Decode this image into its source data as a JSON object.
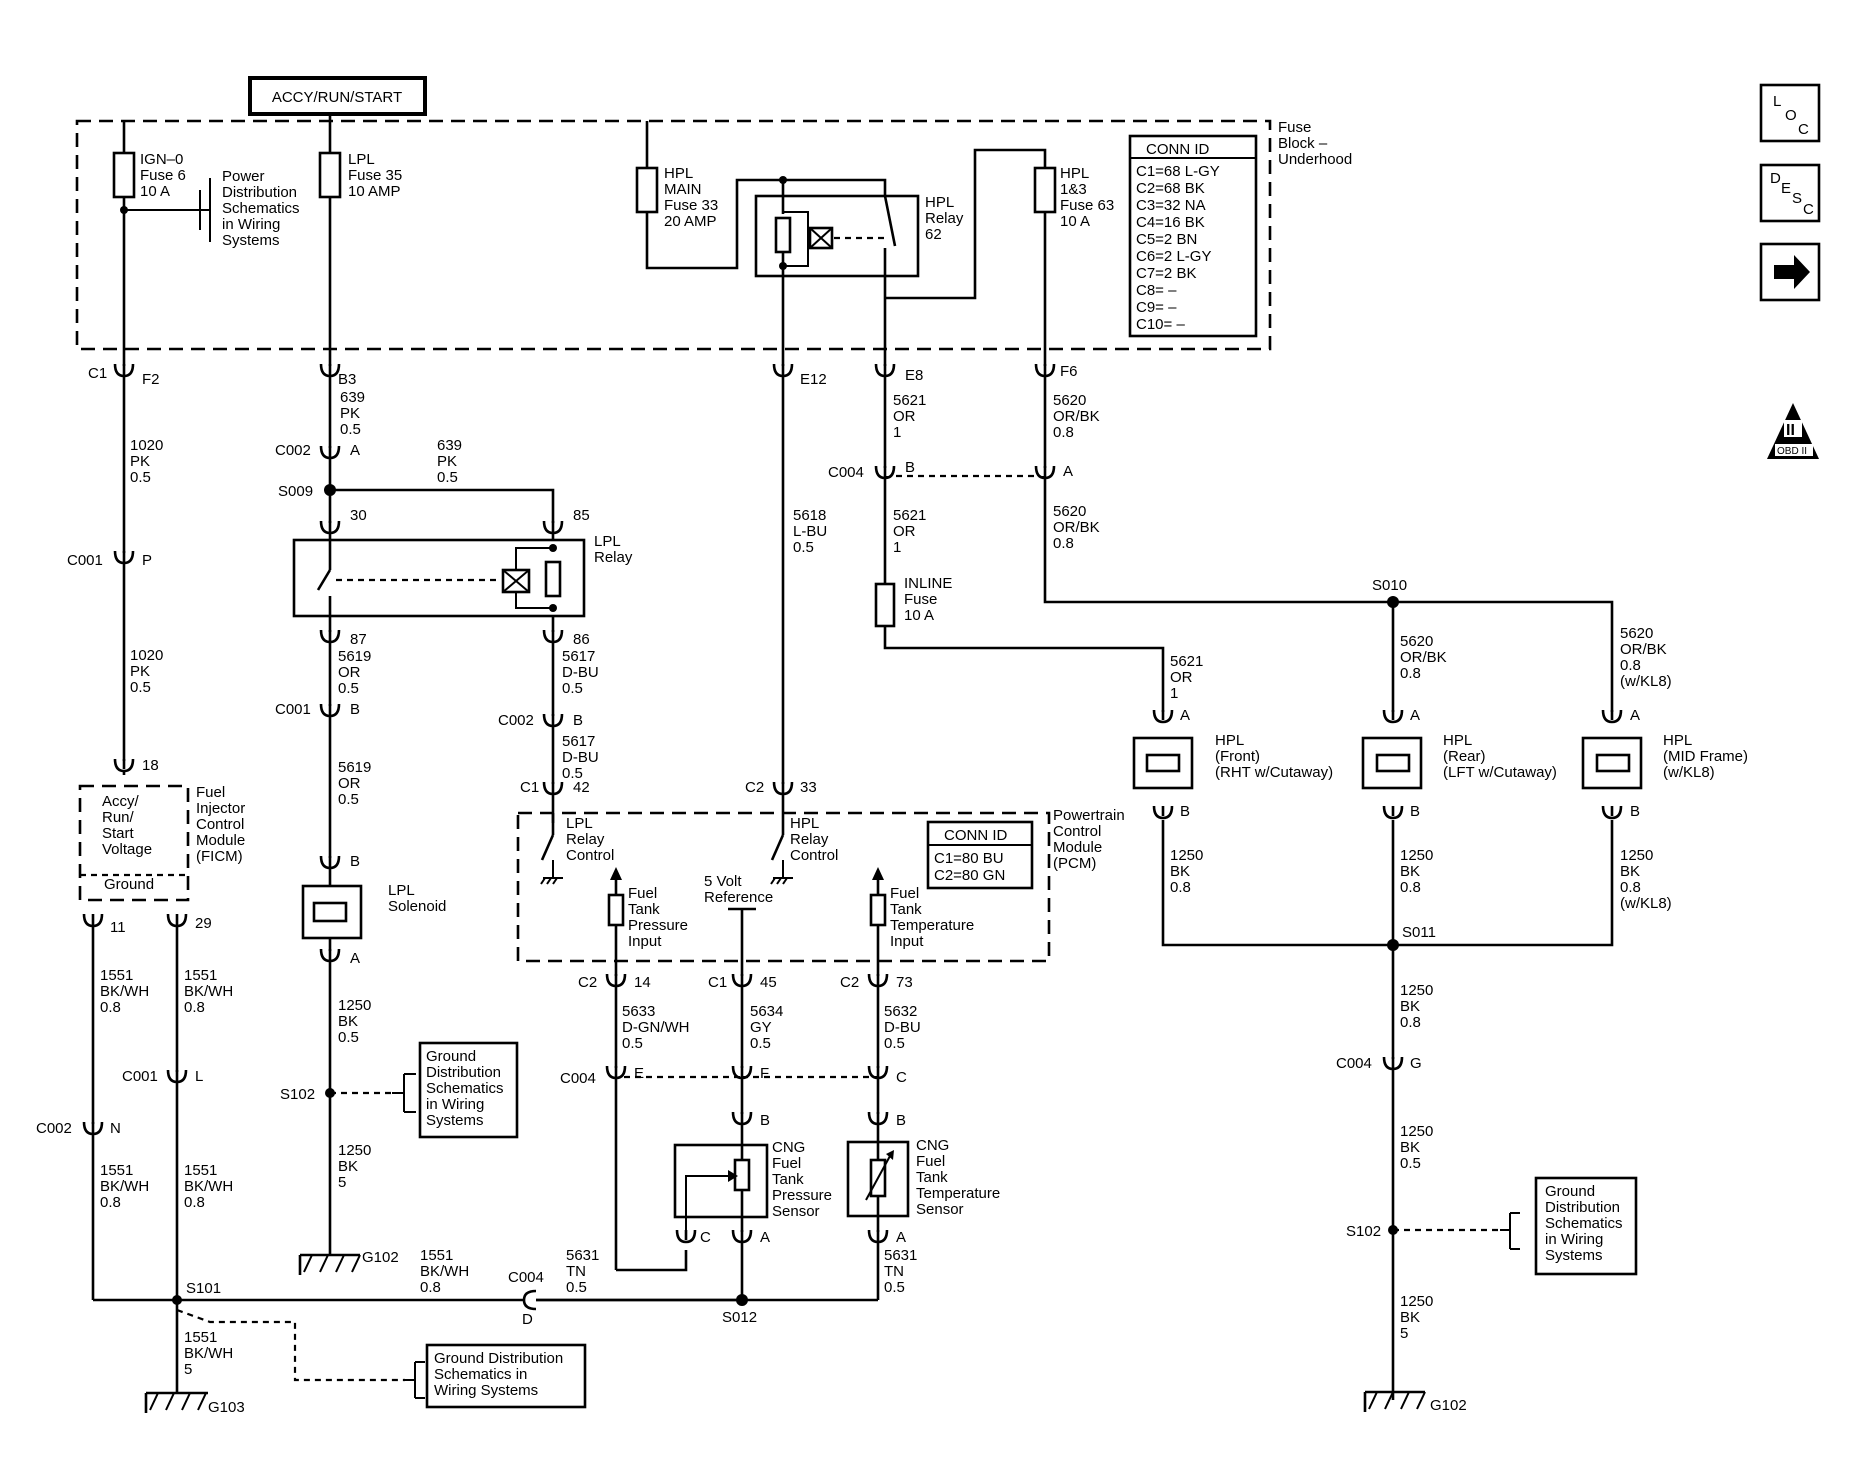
{
  "supply": {
    "title": "ACCY/RUN/START"
  },
  "fuse_block": {
    "title": [
      "Fuse",
      "Block –",
      "Underhood"
    ],
    "fuses": {
      "ign": [
        "IGN–0",
        "Fuse 6",
        "10 A"
      ],
      "lpl": [
        "LPL",
        "Fuse 35",
        "10 AMP"
      ],
      "hpl_main": [
        "HPL",
        "MAIN",
        "Fuse 33",
        "20 AMP"
      ],
      "hpl_13": [
        "HPL",
        "1&3",
        "Fuse 63",
        "10 A"
      ]
    },
    "power_dist": [
      "Power",
      "Distribution",
      "Schematics",
      "in Wiring",
      "Systems"
    ],
    "hpl_relay": [
      "HPL",
      "Relay",
      "62"
    ],
    "conn_id_title": "CONN ID",
    "conn_ids": [
      "C1=68 L-GY",
      "C2=68 BK",
      "C3=32 NA",
      "C4=16 BK",
      "C5=2 BN",
      "C6=2 L-GY",
      "C7=2 BK",
      "C8= –",
      "C9= –",
      "C10= –"
    ],
    "terminals": {
      "c1": "C1",
      "f2": "F2",
      "b3": "B3",
      "e12": "E12",
      "e8": "E8",
      "f6": "F6"
    }
  },
  "nav": {
    "loc": [
      "L",
      "O",
      "C"
    ],
    "desc": [
      "D",
      "E",
      "S",
      "C"
    ],
    "obd": "OBD II",
    "obd_numeral": "II"
  },
  "wires": {
    "w1020a": [
      "1020",
      "PK",
      "0.5"
    ],
    "w1020b": [
      "1020",
      "PK",
      "0.5"
    ],
    "w639a": [
      "639",
      "PK",
      "0.5"
    ],
    "w639b": [
      "639",
      "PK",
      "0.5"
    ],
    "w5619a": [
      "5619",
      "OR",
      "0.5"
    ],
    "w5619b": [
      "5619",
      "OR",
      "0.5"
    ],
    "w5617a": [
      "5617",
      "D-BU",
      "0.5"
    ],
    "w5617b": [
      "5617",
      "D-BU",
      "0.5"
    ],
    "w5618": [
      "5618",
      "L-BU",
      "0.5"
    ],
    "w5621a": [
      "5621",
      "OR",
      "1"
    ],
    "w5621b": [
      "5621",
      "OR",
      "1"
    ],
    "w5621c": [
      "5621",
      "OR",
      "1"
    ],
    "w5620a": [
      "5620",
      "OR/BK",
      "0.8"
    ],
    "w5620b": [
      "5620",
      "OR/BK",
      "0.8"
    ],
    "w5620c": [
      "5620",
      "OR/BK",
      "0.8"
    ],
    "w5620d": [
      "5620",
      "OR/BK",
      "0.8",
      "(w/KL8)"
    ],
    "w1551a": [
      "1551",
      "BK/WH",
      "0.8"
    ],
    "w1551b": [
      "1551",
      "BK/WH",
      "0.8"
    ],
    "w1551c": [
      "1551",
      "BK/WH",
      "0.8"
    ],
    "w1551d": [
      "1551",
      "BK/WH",
      "0.8"
    ],
    "w1551e": [
      "1551",
      "BK/WH",
      "0.8"
    ],
    "w1551f": [
      "1551",
      "BK/WH",
      "5"
    ],
    "w1250lpl": [
      "1250",
      "BK",
      "0.5"
    ],
    "w1250g102": [
      "1250",
      "BK",
      "5"
    ],
    "w1250front": [
      "1250",
      "BK",
      "0.8"
    ],
    "w1250rear": [
      "1250",
      "BK",
      "0.8"
    ],
    "w1250mid": [
      "1250",
      "BK",
      "0.8",
      "(w/KL8)"
    ],
    "w1250s011": [
      "1250",
      "BK",
      "0.8"
    ],
    "w1250c004": [
      "1250",
      "BK",
      "0.5"
    ],
    "w1250g102r": [
      "1250",
      "BK",
      "5"
    ],
    "w5633": [
      "5633",
      "D-GN/WH",
      "0.5"
    ],
    "w5634": [
      "5634",
      "GY",
      "0.5"
    ],
    "w5632": [
      "5632",
      "D-BU",
      "0.5"
    ],
    "w5631a": [
      "5631",
      "TN",
      "0.5"
    ],
    "w5631b": [
      "5631",
      "TN",
      "0.5"
    ]
  },
  "connectors": {
    "c002a": [
      "C002",
      "A"
    ],
    "c001p": [
      "C001",
      "P"
    ],
    "c001b": [
      "C001",
      "B"
    ],
    "c002b": [
      "C002",
      "B"
    ],
    "c1_42": [
      "C1",
      "42"
    ],
    "c2_33": [
      "C2",
      "33"
    ],
    "c004b": [
      "C004",
      "B"
    ],
    "c004a": [
      "A"
    ],
    "c2_14": [
      "C2",
      "14"
    ],
    "c1_45": [
      "C1",
      "45"
    ],
    "c2_73": [
      "C2",
      "73"
    ],
    "c004e": [
      "C004",
      "E"
    ],
    "c004f": [
      "F"
    ],
    "c004c": [
      "C"
    ],
    "c001l": [
      "C001",
      "L"
    ],
    "c002n": [
      "C002",
      "N"
    ],
    "c004d": [
      "C004",
      "D"
    ],
    "c004g": [
      "C004",
      "G"
    ]
  },
  "pins": {
    "p18": "18",
    "p11": "11",
    "p29": "29",
    "p30": "30",
    "p85": "85",
    "p87": "87",
    "p86": "86",
    "lpl_sol_b": "B",
    "lpl_sol_a": "A",
    "front_a": "A",
    "front_b": "B",
    "rear_a": "A",
    "rear_b": "B",
    "mid_a": "A",
    "mid_b": "B",
    "press_b": "B",
    "press_c": "C",
    "press_a": "A",
    "temp_b": "B",
    "temp_a": "A"
  },
  "splices": {
    "s009": "S009",
    "s010": "S010",
    "s011": "S011",
    "s012": "S012",
    "s101": "S101",
    "s102a": "S102",
    "s102b": "S102"
  },
  "grounds": {
    "g102a": "G102",
    "g103": "G103",
    "g102b": "G102"
  },
  "components": {
    "lpl_relay": [
      "LPL",
      "Relay"
    ],
    "lpl_solenoid": [
      "LPL",
      "Solenoid"
    ],
    "ficm": [
      "Fuel",
      "Injector",
      "Control",
      "Module",
      "(FICM)"
    ],
    "ficm_in": [
      "Accy/",
      "Run/",
      "Start",
      "Voltage"
    ],
    "ficm_gnd": "Ground",
    "inline_fuse": [
      "INLINE",
      "Fuse",
      "10 A"
    ],
    "hpl_front": [
      "HPL",
      "(Front)",
      "(RHT w/Cutaway)"
    ],
    "hpl_rear": [
      "HPL",
      "(Rear)",
      "(LFT w/Cutaway)"
    ],
    "hpl_mid": [
      "HPL",
      "(MID Frame)",
      "(w/KL8)"
    ],
    "pcm": [
      "Powertrain",
      "Control",
      "Module",
      "(PCM)"
    ],
    "pcm_conn_title": "CONN ID",
    "pcm_conn": [
      "C1=80 BU",
      "C2=80 GN"
    ],
    "lpl_ctrl": [
      "LPL",
      "Relay",
      "Control"
    ],
    "hpl_ctrl": [
      "HPL",
      "Relay",
      "Control"
    ],
    "press_in": [
      "Fuel",
      "Tank",
      "Pressure",
      "Input"
    ],
    "ref5v": [
      "5 Volt",
      "Reference"
    ],
    "temp_in": [
      "Fuel",
      "Tank",
      "Temperature",
      "Input"
    ],
    "press_sensor": [
      "CNG",
      "Fuel",
      "Tank",
      "Pressure",
      "Sensor"
    ],
    "temp_sensor": [
      "CNG",
      "Fuel",
      "Tank",
      "Temperature",
      "Sensor"
    ],
    "gd1": [
      "Ground",
      "Distribution",
      "Schematics",
      "in Wiring",
      "Systems"
    ],
    "gd2": [
      "Ground Distribution",
      "Schematics in",
      "Wiring Systems"
    ],
    "gd3": [
      "Ground",
      "Distribution",
      "Schematics",
      "in Wiring",
      "Systems"
    ]
  }
}
